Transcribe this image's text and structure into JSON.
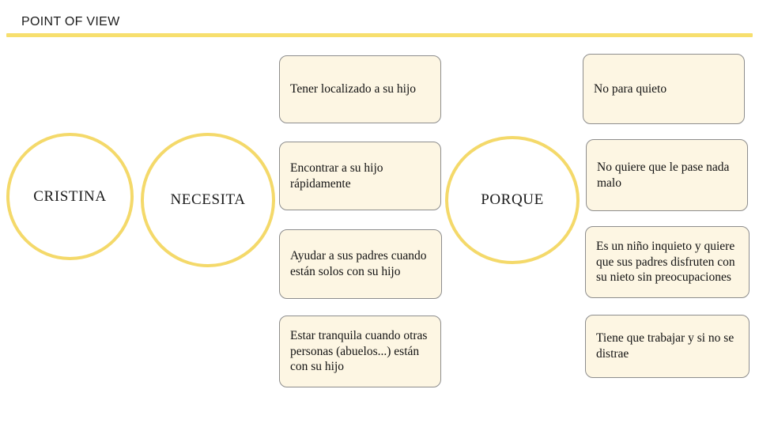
{
  "slide": {
    "title": "POINT OF VIEW",
    "accent_color": "#F7DF6E",
    "card_fill_color": "#FDF6E3",
    "card_border_color": "#8D8D8D",
    "background_color": "#FFFFFF"
  },
  "circles": [
    {
      "label": "CRISTINA"
    },
    {
      "label": "NECESITA"
    },
    {
      "label": "PORQUE"
    }
  ],
  "needs": [
    {
      "text": "Tener localizado a su hijo"
    },
    {
      "text": "Encontrar a su hijo rápidamente"
    },
    {
      "text": "Ayudar a sus padres cuando están solos con su hijo"
    },
    {
      "text": "Estar tranquila cuando otras personas (abuelos...) están con su hijo"
    }
  ],
  "reasons": [
    {
      "text": "No para quieto"
    },
    {
      "text": "No quiere que le pase nada malo"
    },
    {
      "text": "Es un niño inquieto y quiere que sus padres disfruten con su nieto sin preocupaciones"
    },
    {
      "text": "Tiene que trabajar y si no se distrae"
    }
  ]
}
